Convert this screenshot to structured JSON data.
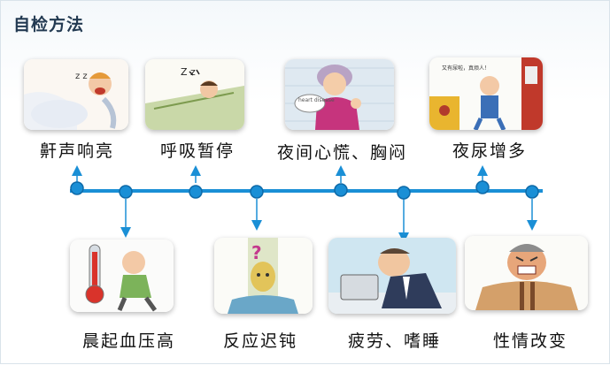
{
  "title": "自检方法",
  "colors": {
    "line": "#1a8fd6",
    "node_fill": "#1a8fd6",
    "node_stroke": "#0e6aa8",
    "arrow": "#1a8fd6"
  },
  "top_items": [
    {
      "label": "鼾声响亮",
      "icon": "snoring-person-illustration"
    },
    {
      "label": "呼吸暂停",
      "icon": "sleeping-person-illustration"
    },
    {
      "label": "夜间心慌、胸闷",
      "icon": "heart-disease-woman-illustration"
    },
    {
      "label": "夜尿增多",
      "icon": "bathroom-man-illustration"
    }
  ],
  "bottom_items": [
    {
      "label": "晨起血压高",
      "icon": "thermometer-man-illustration"
    },
    {
      "label": "反应迟钝",
      "icon": "confused-man-illustration"
    },
    {
      "label": "疲劳、嗜睡",
      "icon": "tired-office-man-illustration"
    },
    {
      "label": "性情改变",
      "icon": "angry-man-illustration"
    }
  ],
  "card_texts": {
    "heart": "heart disease",
    "toilet": "又有尿啦，真烦人！"
  }
}
